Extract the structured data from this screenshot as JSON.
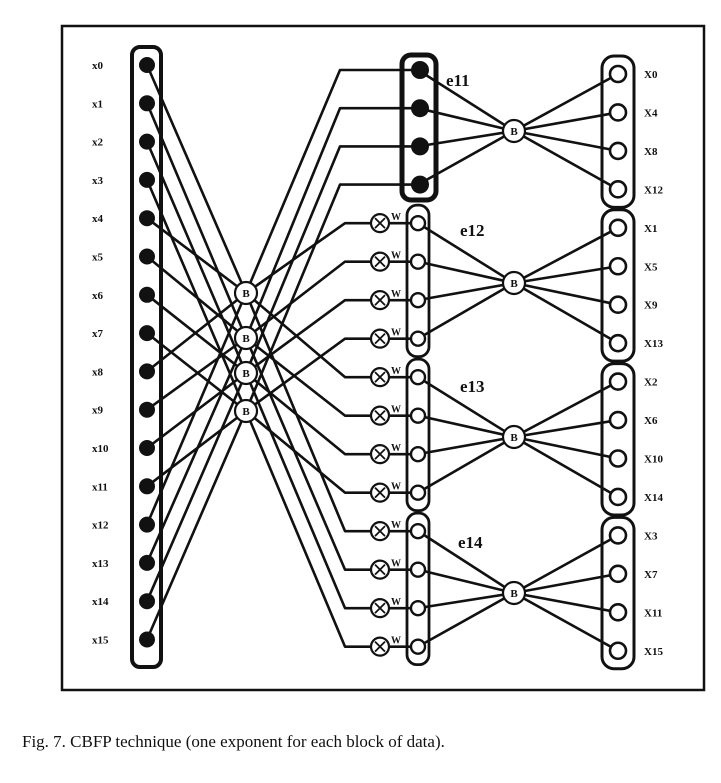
{
  "inputs": [
    "x0",
    "x1",
    "x2",
    "x3",
    "x4",
    "x5",
    "x6",
    "x7",
    "x8",
    "x9",
    "x10",
    "x11",
    "x12",
    "x13",
    "x14",
    "x15"
  ],
  "outputs": [
    "X0",
    "X4",
    "X8",
    "X12",
    "X1",
    "X5",
    "X9",
    "X13",
    "X2",
    "X6",
    "X10",
    "X14",
    "X3",
    "X7",
    "X11",
    "X15"
  ],
  "butterfly_label": "B",
  "twiddle_label": "W",
  "block_labels": [
    "e11",
    "e12",
    "e13",
    "e14"
  ],
  "caption": "Fig. 7.   CBFP technique (one exponent for each block of data).",
  "colors": {
    "ink": "#111111",
    "paper": "#ffffff"
  }
}
